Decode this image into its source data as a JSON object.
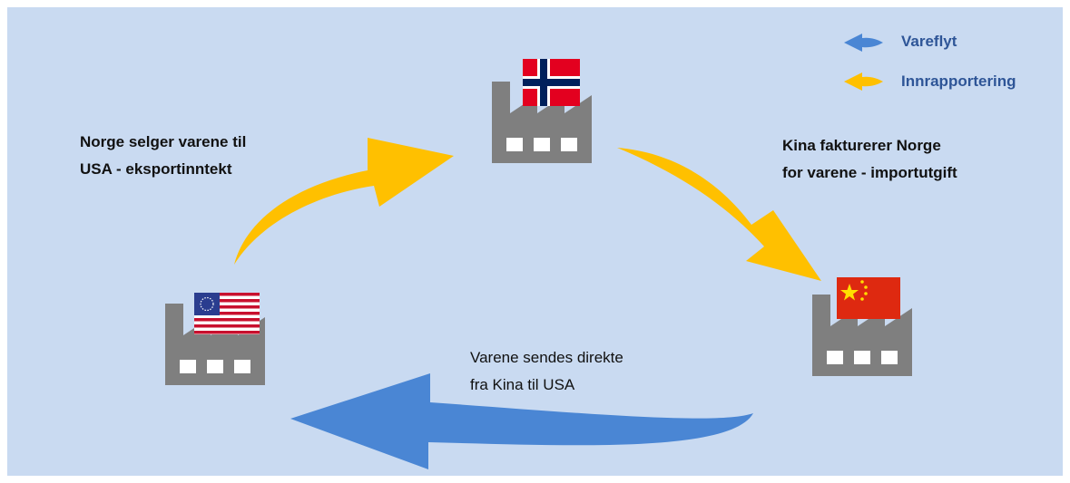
{
  "legend": {
    "items": [
      {
        "label": "Vareflyt",
        "color": "#4a86d4",
        "icon": "blue-arrow-icon"
      },
      {
        "label": "Innrapportering",
        "color": "#ffc000",
        "icon": "yellow-arrow-icon"
      }
    ]
  },
  "nodes": {
    "norway": {
      "icon": "factory-icon",
      "flag": "norway-flag-icon"
    },
    "usa": {
      "icon": "factory-icon",
      "flag": "usa-flag-icon"
    },
    "china": {
      "icon": "factory-icon",
      "flag": "china-flag-icon"
    }
  },
  "labels": {
    "norway_to_usa": {
      "line1": "Norge selger varene til",
      "line2": "USA - eksportinntekt"
    },
    "china_invoices": {
      "line1": "Kina fakturerer Norge",
      "line2": "for varene - importutgift"
    },
    "direct_shipping": {
      "line1": "Varene sendes direkte",
      "line2": "fra Kina til USA"
    }
  },
  "colors": {
    "background": "#c9daf1",
    "factory": "#7f7f7f",
    "reporting_arrow": "#ffc000",
    "goods_arrow": "#4a86d4",
    "legend_text": "#2e5597"
  }
}
